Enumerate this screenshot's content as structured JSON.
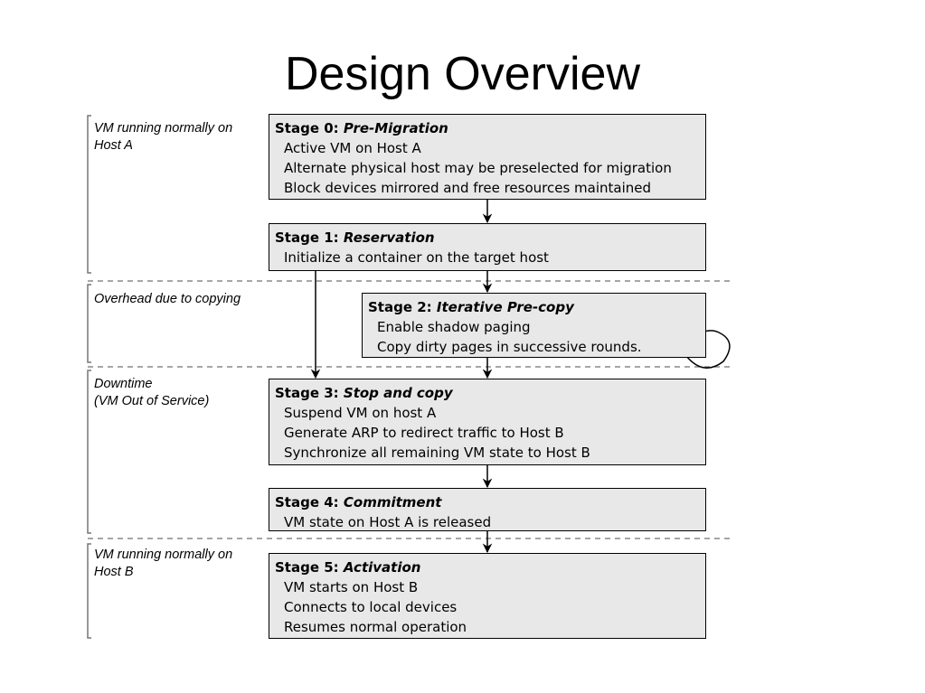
{
  "slide": {
    "title": "Design Overview"
  },
  "phases": [
    {
      "label": "VM running normally on\nHost A"
    },
    {
      "label": "Overhead due to copying"
    },
    {
      "label": "Downtime\n(VM Out of Service)"
    },
    {
      "label": "VM running normally on\nHost B"
    }
  ],
  "stages": [
    {
      "prefix": "Stage 0:",
      "name": "Pre-Migration",
      "lines": [
        "Active VM on Host A",
        "Alternate physical host may be preselected for migration",
        "Block devices mirrored and free resources maintained"
      ]
    },
    {
      "prefix": "Stage 1:",
      "name": "Reservation",
      "lines": [
        "Initialize a container on the target host"
      ]
    },
    {
      "prefix": "Stage 2:",
      "name": "Iterative Pre-copy",
      "lines": [
        "Enable shadow paging",
        "Copy dirty pages in successive rounds."
      ]
    },
    {
      "prefix": "Stage 3:",
      "name": "Stop and copy",
      "lines": [
        "Suspend VM on host A",
        "Generate ARP to redirect traffic to Host B",
        "Synchronize all remaining VM state to Host B"
      ]
    },
    {
      "prefix": "Stage 4:",
      "name": "Commitment",
      "lines": [
        "VM state on Host A is released"
      ]
    },
    {
      "prefix": "Stage 5:",
      "name": "Activation",
      "lines": [
        "VM starts on Host B",
        "Connects to local devices",
        "Resumes normal operation"
      ]
    }
  ]
}
